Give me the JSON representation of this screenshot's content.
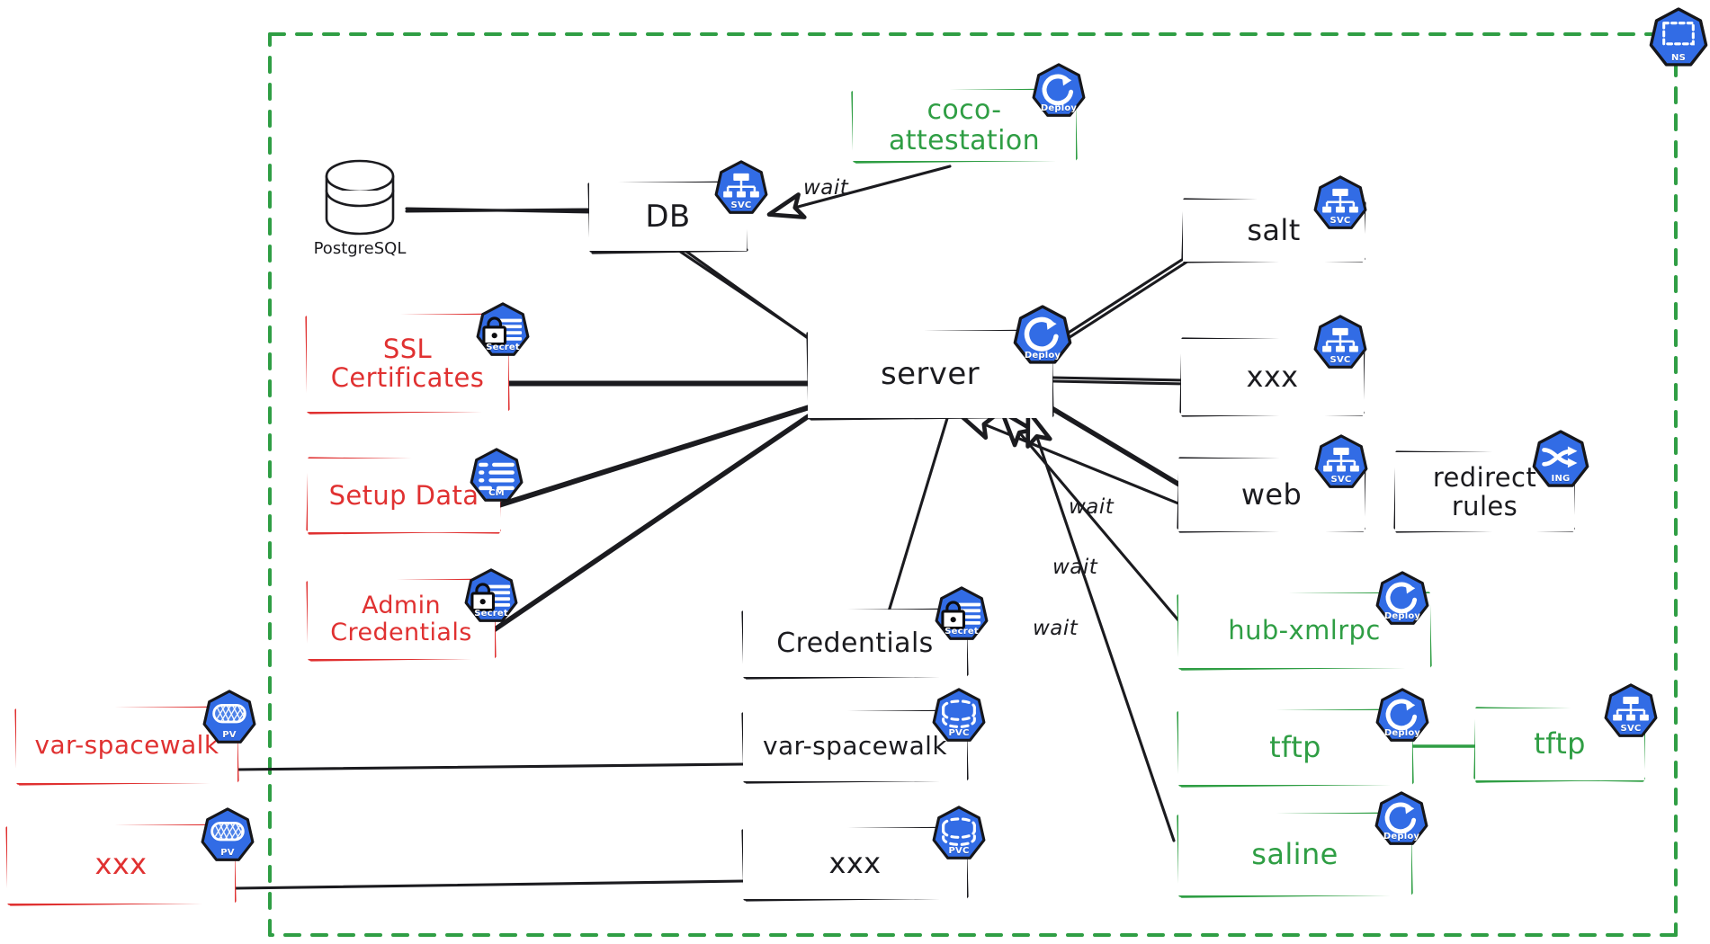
{
  "diagram": {
    "title": "Uyuni / SUSE Manager Kubernetes deployment diagram",
    "style": "hand-drawn excalidraw",
    "colors": {
      "black": "#1b1b1f",
      "red": "#e03131",
      "green": "#2f9e44",
      "k8s_blue": "#326ce5",
      "badge_outline": "#16161a",
      "background": "#ffffff"
    }
  },
  "namespace": {
    "badge_label": "NS",
    "badge_icon": "namespace-dashed-rect-icon",
    "boundary_style": "dashed-green"
  },
  "external": {
    "postgres": {
      "label": "PostgreSQL",
      "icon": "database-cylinder-icon"
    }
  },
  "nodes": [
    {
      "id": "db",
      "label": "DB",
      "color": "black",
      "badge": "SVC",
      "badge_icon": "service-hierarchy-icon"
    },
    {
      "id": "coco",
      "label": "coco-attestation",
      "color": "green",
      "badge": "Deploy",
      "badge_icon": "deploy-rotate-icon"
    },
    {
      "id": "server",
      "label": "server",
      "color": "black",
      "badge": "Deploy",
      "badge_icon": "deploy-rotate-icon"
    },
    {
      "id": "salt",
      "label": "salt",
      "color": "black",
      "badge": "SVC",
      "badge_icon": "service-hierarchy-icon"
    },
    {
      "id": "xxx-svc",
      "label": "xxx",
      "color": "black",
      "badge": "SVC",
      "badge_icon": "service-hierarchy-icon"
    },
    {
      "id": "web",
      "label": "web",
      "color": "black",
      "badge": "SVC",
      "badge_icon": "service-hierarchy-icon"
    },
    {
      "id": "redirect-rules",
      "label": "redirect\nrules",
      "color": "black",
      "badge": "ING",
      "badge_icon": "ingress-arrows-icon"
    },
    {
      "id": "ssl-certs",
      "label": "SSL\nCertificates",
      "color": "red",
      "badge": "Secret",
      "badge_icon": "secret-lock-icon"
    },
    {
      "id": "setup-data",
      "label": "Setup Data",
      "color": "red",
      "badge": "CM",
      "badge_icon": "configmap-list-icon"
    },
    {
      "id": "admin-creds",
      "label": "Admin\nCredentials",
      "color": "red",
      "badge": "Secret",
      "badge_icon": "secret-lock-icon"
    },
    {
      "id": "credentials",
      "label": "Credentials",
      "color": "black",
      "badge": "Secret",
      "badge_icon": "secret-lock-icon"
    },
    {
      "id": "var-spacewalk-pvc",
      "label": "var-spacewalk",
      "color": "black",
      "badge": "PVC",
      "badge_icon": "pvc-dashed-cylinder-icon"
    },
    {
      "id": "xxx-pvc",
      "label": "xxx",
      "color": "black",
      "badge": "PVC",
      "badge_icon": "pvc-dashed-cylinder-icon"
    },
    {
      "id": "var-spacewalk-pv",
      "label": "var-spacewalk",
      "color": "red",
      "badge": "PV",
      "badge_icon": "pv-cylinder-icon"
    },
    {
      "id": "xxx-pv",
      "label": "xxx",
      "color": "red",
      "badge": "PV",
      "badge_icon": "pv-cylinder-icon"
    },
    {
      "id": "hub-xmlrpc",
      "label": "hub-xmlrpc",
      "color": "green",
      "badge": "Deploy",
      "badge_icon": "deploy-rotate-icon"
    },
    {
      "id": "tftp-deploy",
      "label": "tftp",
      "color": "green",
      "badge": "Deploy",
      "badge_icon": "deploy-rotate-icon"
    },
    {
      "id": "tftp-svc",
      "label": "tftp",
      "color": "green",
      "badge": "SVC",
      "badge_icon": "service-hierarchy-icon"
    },
    {
      "id": "saline",
      "label": "saline",
      "color": "green",
      "badge": "Deploy",
      "badge_icon": "deploy-rotate-icon"
    }
  ],
  "edge_labels": [
    {
      "id": "wait-coco",
      "text": "wait"
    },
    {
      "id": "wait-web",
      "text": "wait"
    },
    {
      "id": "wait-hub",
      "text": "wait"
    },
    {
      "id": "wait-sal",
      "text": "wait"
    }
  ]
}
